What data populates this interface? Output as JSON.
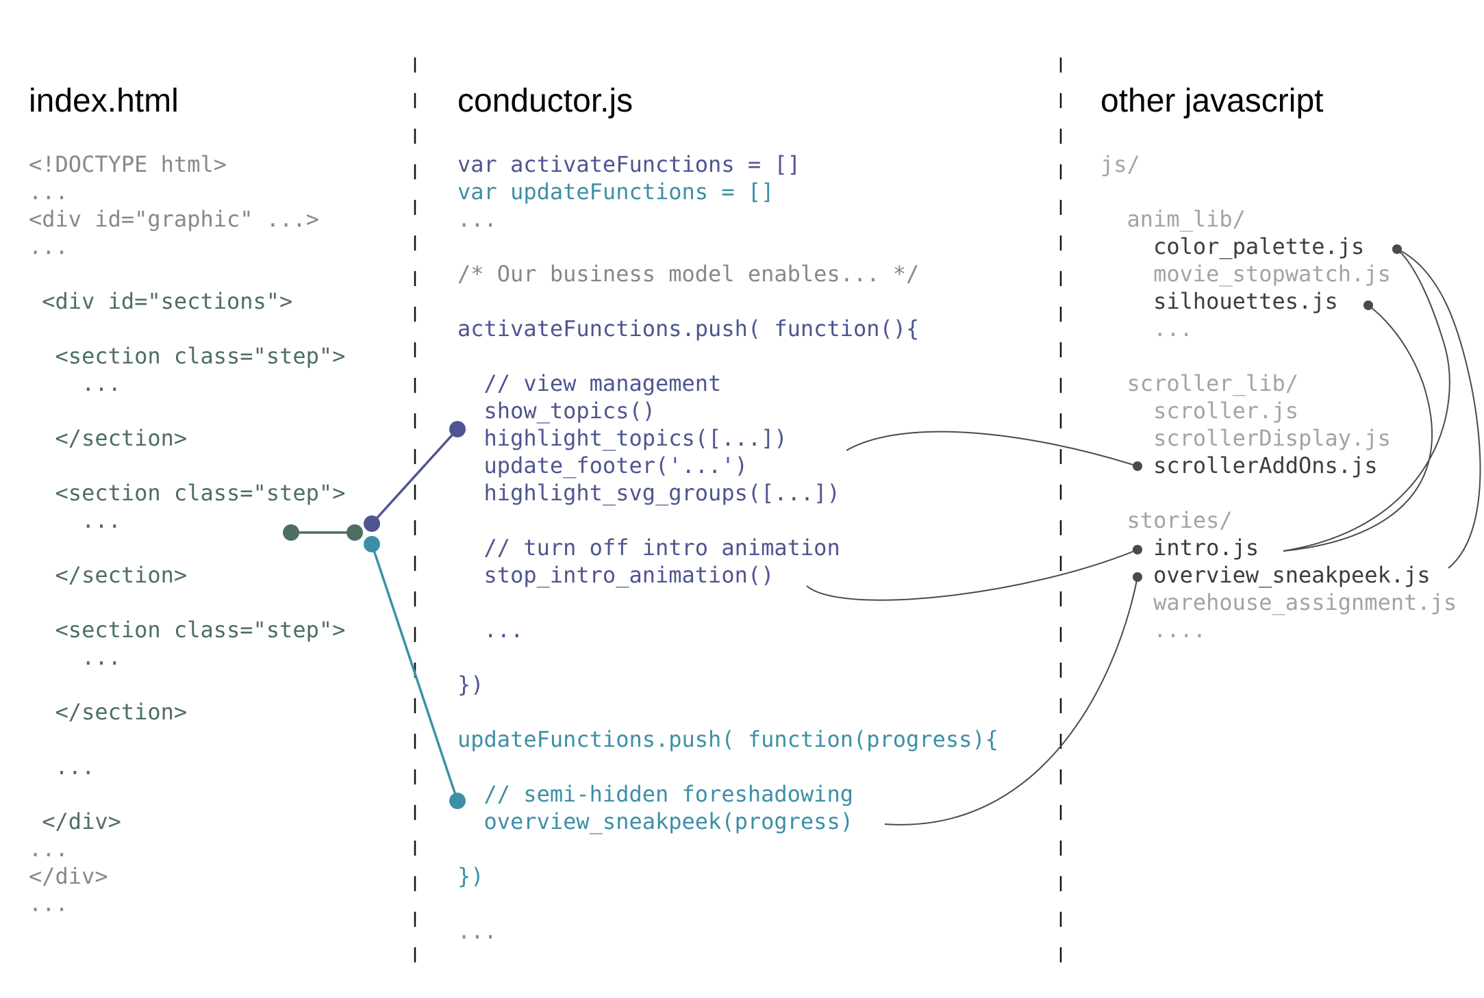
{
  "colors": {
    "html_gray": "#888888",
    "html_green": "#4e6e60",
    "activate_navy": "#4e5590",
    "update_teal": "#3d8fa6",
    "js_dim": "#a3a3a3",
    "js_dark": "#3c3c3c",
    "divider": "#111111"
  },
  "columns": {
    "index_html": {
      "title": "index.html",
      "lines": [
        {
          "text": "<!DOCTYPE html>",
          "tone": "gray"
        },
        {
          "text": "...",
          "tone": "gray"
        },
        {
          "text": "<div id=\"graphic\" ...>",
          "tone": "gray"
        },
        {
          "text": "...",
          "tone": "gray"
        },
        {
          "text": "",
          "tone": "gray"
        },
        {
          "text": " <div id=\"sections\">",
          "tone": "green"
        },
        {
          "text": "",
          "tone": "green"
        },
        {
          "text": "  <section class=\"step\">",
          "tone": "green"
        },
        {
          "text": "    ...",
          "tone": "green"
        },
        {
          "text": "",
          "tone": "green"
        },
        {
          "text": "  </section>",
          "tone": "green"
        },
        {
          "text": "",
          "tone": "green"
        },
        {
          "text": "  <section class=\"step\">",
          "tone": "green"
        },
        {
          "text": "    ...",
          "tone": "green"
        },
        {
          "text": "",
          "tone": "green"
        },
        {
          "text": "  </section>",
          "tone": "green"
        },
        {
          "text": "",
          "tone": "green"
        },
        {
          "text": "  <section class=\"step\">",
          "tone": "green"
        },
        {
          "text": "    ...",
          "tone": "green"
        },
        {
          "text": "",
          "tone": "green"
        },
        {
          "text": "  </section>",
          "tone": "green"
        },
        {
          "text": "",
          "tone": "green"
        },
        {
          "text": "  ...",
          "tone": "green"
        },
        {
          "text": "",
          "tone": "green"
        },
        {
          "text": " </div>",
          "tone": "green"
        },
        {
          "text": "...",
          "tone": "gray"
        },
        {
          "text": "</div>",
          "tone": "gray"
        },
        {
          "text": "...",
          "tone": "gray"
        }
      ]
    },
    "conductor_js": {
      "title": "conductor.js",
      "lines": [
        {
          "text": "var activateFunctions = []",
          "tone": "navy"
        },
        {
          "text": "var updateFunctions = []",
          "tone": "teal"
        },
        {
          "text": "...",
          "tone": "gray"
        },
        {
          "text": "",
          "tone": "gray"
        },
        {
          "text": "/* Our business model enables... */",
          "tone": "gray"
        },
        {
          "text": "",
          "tone": "gray"
        },
        {
          "text": "activateFunctions.push( function(){",
          "tone": "navy"
        },
        {
          "text": "",
          "tone": "navy"
        },
        {
          "text": "  // view management",
          "tone": "navy"
        },
        {
          "text": "  show_topics()",
          "tone": "navy"
        },
        {
          "text": "  highlight_topics([...])",
          "tone": "navy"
        },
        {
          "text": "  update_footer('...')",
          "tone": "navy"
        },
        {
          "text": "  highlight_svg_groups([...])",
          "tone": "navy"
        },
        {
          "text": "",
          "tone": "navy"
        },
        {
          "text": "  // turn off intro animation",
          "tone": "navy"
        },
        {
          "text": "  stop_intro_animation()",
          "tone": "navy"
        },
        {
          "text": "",
          "tone": "navy"
        },
        {
          "text": "  ...",
          "tone": "navy"
        },
        {
          "text": "",
          "tone": "navy"
        },
        {
          "text": "})",
          "tone": "navy"
        },
        {
          "text": "",
          "tone": "navy"
        },
        {
          "text": "updateFunctions.push( function(progress){",
          "tone": "teal"
        },
        {
          "text": "",
          "tone": "teal"
        },
        {
          "text": "  // semi-hidden foreshadowing",
          "tone": "teal"
        },
        {
          "text": "  overview_sneakpeek(progress)",
          "tone": "teal"
        },
        {
          "text": "",
          "tone": "teal"
        },
        {
          "text": "})",
          "tone": "teal"
        },
        {
          "text": "",
          "tone": "teal"
        },
        {
          "text": "...",
          "tone": "gray"
        }
      ]
    },
    "other_js": {
      "title": "other javascript",
      "lines": [
        {
          "text": "js/",
          "tone": "dim"
        },
        {
          "text": "",
          "tone": "dim"
        },
        {
          "text": "  anim_lib/",
          "tone": "dim"
        },
        {
          "text": "    color_palette.js",
          "tone": "dark"
        },
        {
          "text": "    movie_stopwatch.js",
          "tone": "dim"
        },
        {
          "text": "    silhouettes.js",
          "tone": "dark"
        },
        {
          "text": "    ...",
          "tone": "dim"
        },
        {
          "text": "",
          "tone": "dim"
        },
        {
          "text": "  scroller_lib/",
          "tone": "dim"
        },
        {
          "text": "    scroller.js",
          "tone": "dim"
        },
        {
          "text": "    scrollerDisplay.js",
          "tone": "dim"
        },
        {
          "text": "    scrollerAddOns.js",
          "tone": "dark"
        },
        {
          "text": "",
          "tone": "dim"
        },
        {
          "text": "  stories/",
          "tone": "dim"
        },
        {
          "text": "    intro.js",
          "tone": "dark"
        },
        {
          "text": "    overview_sneakpeek.js",
          "tone": "dark"
        },
        {
          "text": "    warehouse_assignment.js",
          "tone": "dim"
        },
        {
          "text": "    ....",
          "tone": "dim"
        }
      ]
    }
  }
}
